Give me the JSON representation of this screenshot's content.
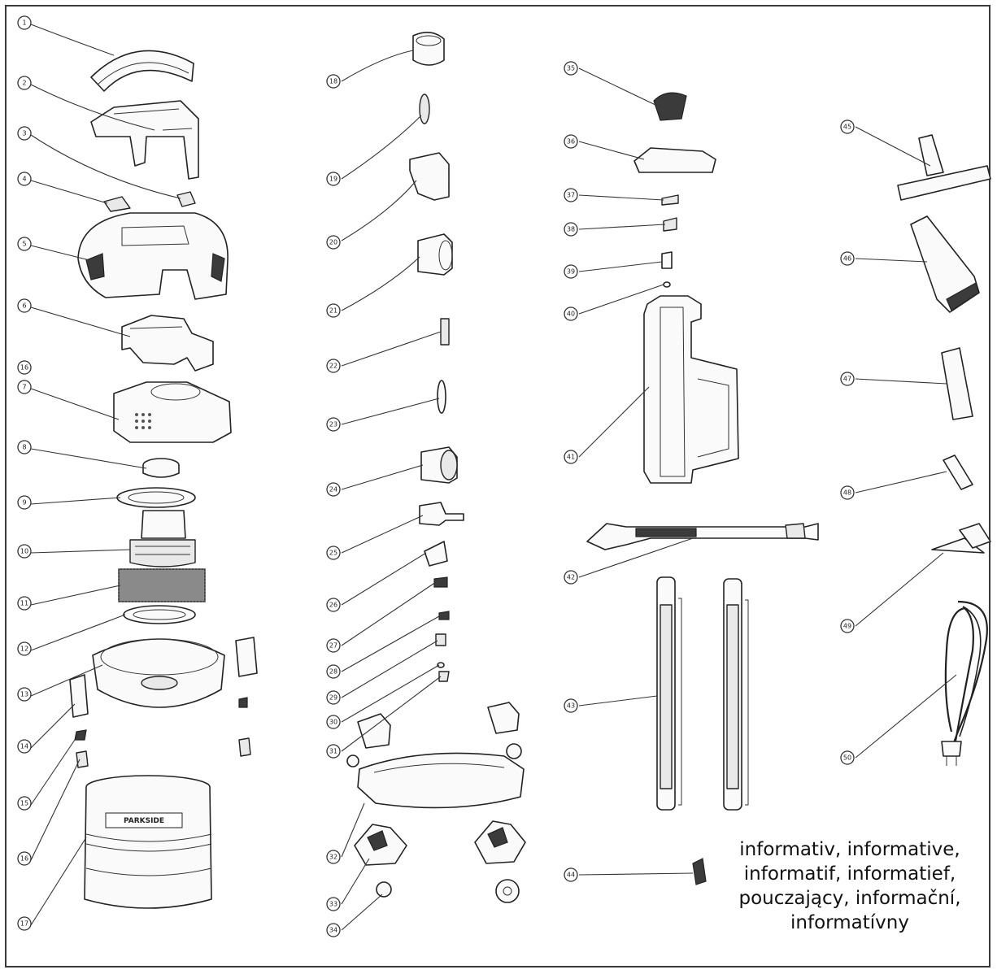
{
  "diagram": {
    "part_numbers": [
      "1",
      "2",
      "3",
      "4",
      "5",
      "6",
      "7",
      "8",
      "9",
      "10",
      "11",
      "12",
      "13",
      "14",
      "15",
      "16",
      "16",
      "17",
      "18",
      "19",
      "20",
      "21",
      "22",
      "23",
      "24",
      "25",
      "26",
      "27",
      "28",
      "29",
      "30",
      "31",
      "32",
      "33",
      "34",
      "35",
      "36",
      "37",
      "38",
      "39",
      "40",
      "41",
      "42",
      "43",
      "44",
      "45",
      "46",
      "47",
      "48",
      "49",
      "50"
    ],
    "brand_label": "PARKSIDE",
    "note_lines": [
      "informativ, informative,",
      "informatif, informatief,",
      "pouczający, informační,",
      "informatívny"
    ]
  }
}
